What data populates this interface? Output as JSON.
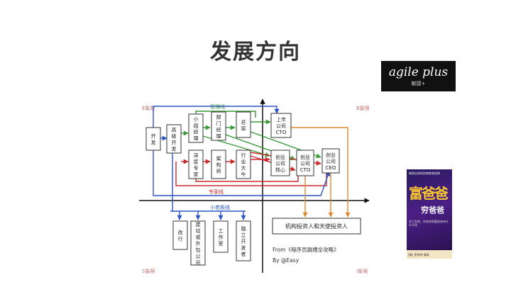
{
  "title": "发展方向",
  "logo": {
    "main": "agile plus",
    "sub": "敏捷+"
  },
  "book": {
    "top_text": "畅销全球的财商教育经典",
    "title_big": "富爸爸",
    "title_small": "穷爸爸",
    "line_text": "关于金钱，穷爸爸和富爸爸有什么不同",
    "foot_text": "[美] 罗伯特·清崎"
  },
  "diagram": {
    "quadrants": {
      "e": "E象限",
      "b": "B象限",
      "s": "S象限",
      "i": "I象限"
    },
    "lines": {
      "management": "管理线",
      "expert": "专家线",
      "boss": "小老板线"
    },
    "nodes": {
      "dev": "开发",
      "senior": "高级开发",
      "group_mgr": "小组经理",
      "dept_mgr": "部门经理",
      "director": "总监",
      "listed_cto": "上市公司CTO",
      "deep_expert": "深度专家",
      "architect": "架构师",
      "industry_leader": "行业大牛",
      "core": "创业公司核心",
      "cto": "创业公司CTO",
      "ceo": "创业公司CEO",
      "retrain": "改行",
      "outsource": "建站或外包公司",
      "studio": "工作室",
      "indie": "独立开发者",
      "investors": "机构投资人和天使投资人"
    },
    "credits": {
      "from": "From《程序员跳槽全攻略》",
      "by": "By @Easy"
    }
  },
  "colors": {
    "management": "#3a9a3a",
    "expert": "#cc2a2a",
    "boss": "#2b55c4",
    "invest": "#e08a2a",
    "axis": "#111111"
  }
}
